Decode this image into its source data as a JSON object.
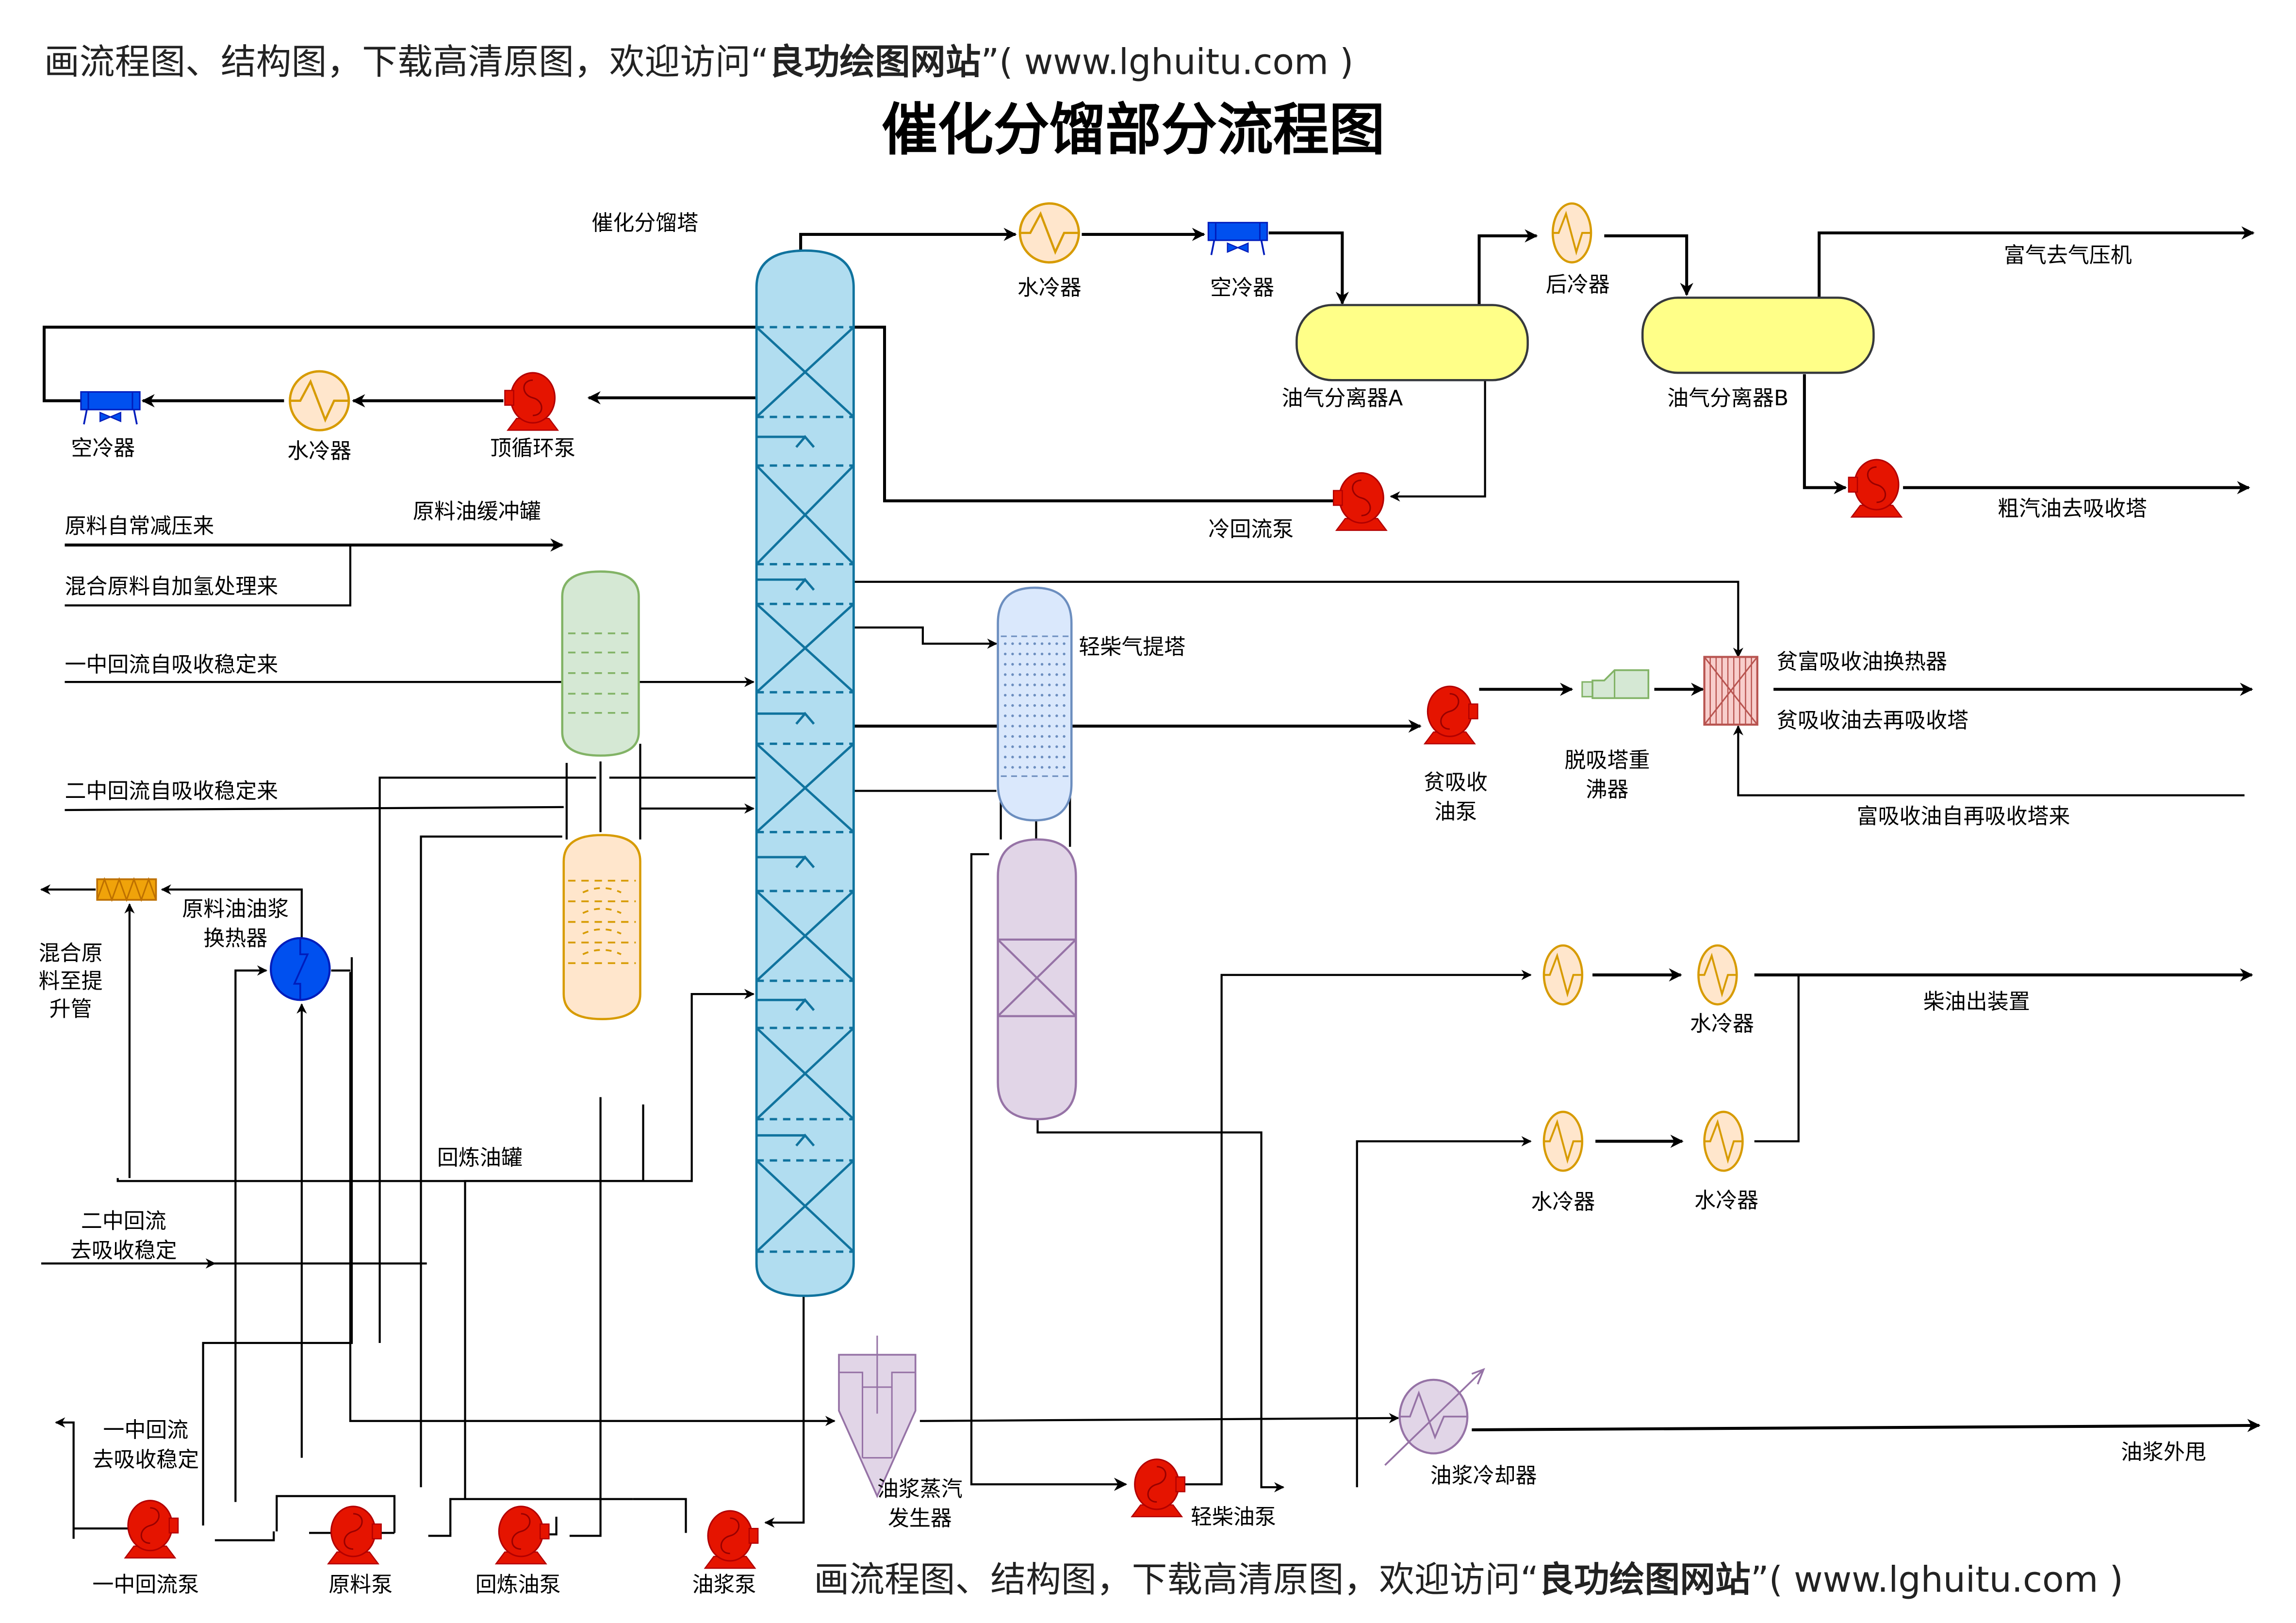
{
  "watermark_top": {
    "prefix": "画流程图、结构图，下载高清原图，欢迎访问“",
    "brand": "良功绘图网站",
    "suffix": "”( www.lghuitu.com )"
  },
  "watermark_bottom": {
    "prefix": "画流程图、结构图，下载高清原图，欢迎访问“",
    "brand": "良功绘图网站",
    "suffix": "”( www.lghuitu.com )"
  },
  "title": "催化分馏部分流程图",
  "colors": {
    "tower_fill": "#b1ddf0",
    "tower_stroke": "#10739e",
    "pump": "#e51400",
    "water_cooler_fill": "#ffe6cc",
    "water_cooler_stroke": "#d79b00",
    "air_cooler": "#0050ef",
    "separator_fill": "#ffff88",
    "green_tank": "#d5e8d4",
    "orange_tank": "#ffe6cc",
    "stripper_top": "#dae8fc",
    "stripper_bottom": "#e1d5e7",
    "exchanger_red": "#f8cecc"
  },
  "equipment": {
    "main_tower": "催化分馏塔",
    "top_water_cooler": "水冷器",
    "top_air_cooler": "空冷器",
    "separator_a": "油气分离器A",
    "after_cooler": "后冷器",
    "separator_b": "油气分离器B",
    "cold_reflux_pump": "冷回流泵",
    "top_circ_pump": "顶循环泵",
    "left_water_cooler": "水冷器",
    "left_air_cooler": "空冷器",
    "feed_buffer_tank": "原料油缓冲罐",
    "recycle_oil_tank": "回炼油罐",
    "light_diesel_stripper": "轻柴气提塔",
    "lean_oil_pump_line1": "贫吸收",
    "lean_oil_pump_line2": "油泵",
    "desorber_reboiler_line1": "脱吸塔重",
    "desorber_reboiler_line2": "沸器",
    "lean_rich_exchanger": "贫富吸收油换热器",
    "diesel_cooler_1": "水冷器",
    "diesel_cooler_2": "水冷器",
    "diesel_cooler_3": "水冷器",
    "feed_slurry_exchanger_line1": "原料油油浆",
    "feed_slurry_exchanger_line2": "换热器",
    "slurry_steam_gen_line1": "油浆蒸汽",
    "slurry_steam_gen_line2": "发生器",
    "slurry_cooler": "油浆冷却器",
    "light_diesel_pump": "轻柴油泵",
    "mid1_pump": "一中回流泵",
    "feed_pump": "原料泵",
    "recycle_pump": "回炼油泵",
    "slurry_pump": "油浆泵"
  },
  "streams": {
    "rich_gas": "富气去气压机",
    "crude_gasoline": "粗汽油去吸收塔",
    "feed_from_vacuum": "原料自常减压来",
    "mixed_feed_from_hydro": "混合原料自加氢处理来",
    "mid1_from_stab": "一中回流自吸收稳定来",
    "mid2_from_stab": "二中回流自吸收稳定来",
    "lean_oil_to_reabs": "贫吸收油去再吸收塔",
    "rich_oil_from_reabs": "富吸收油自再吸收塔来",
    "diesel_out": "柴油出装置",
    "mixed_feed_to_riser_1": "混合原",
    "mixed_feed_to_riser_2": "料至提",
    "mixed_feed_to_riser_3": "升管",
    "mid2_to_stab_1": "二中回流",
    "mid2_to_stab_2": "去吸收稳定",
    "mid1_to_stab_1": "一中回流",
    "mid1_to_stab_2": "去吸收稳定",
    "slurry_export": "油浆外甩"
  }
}
